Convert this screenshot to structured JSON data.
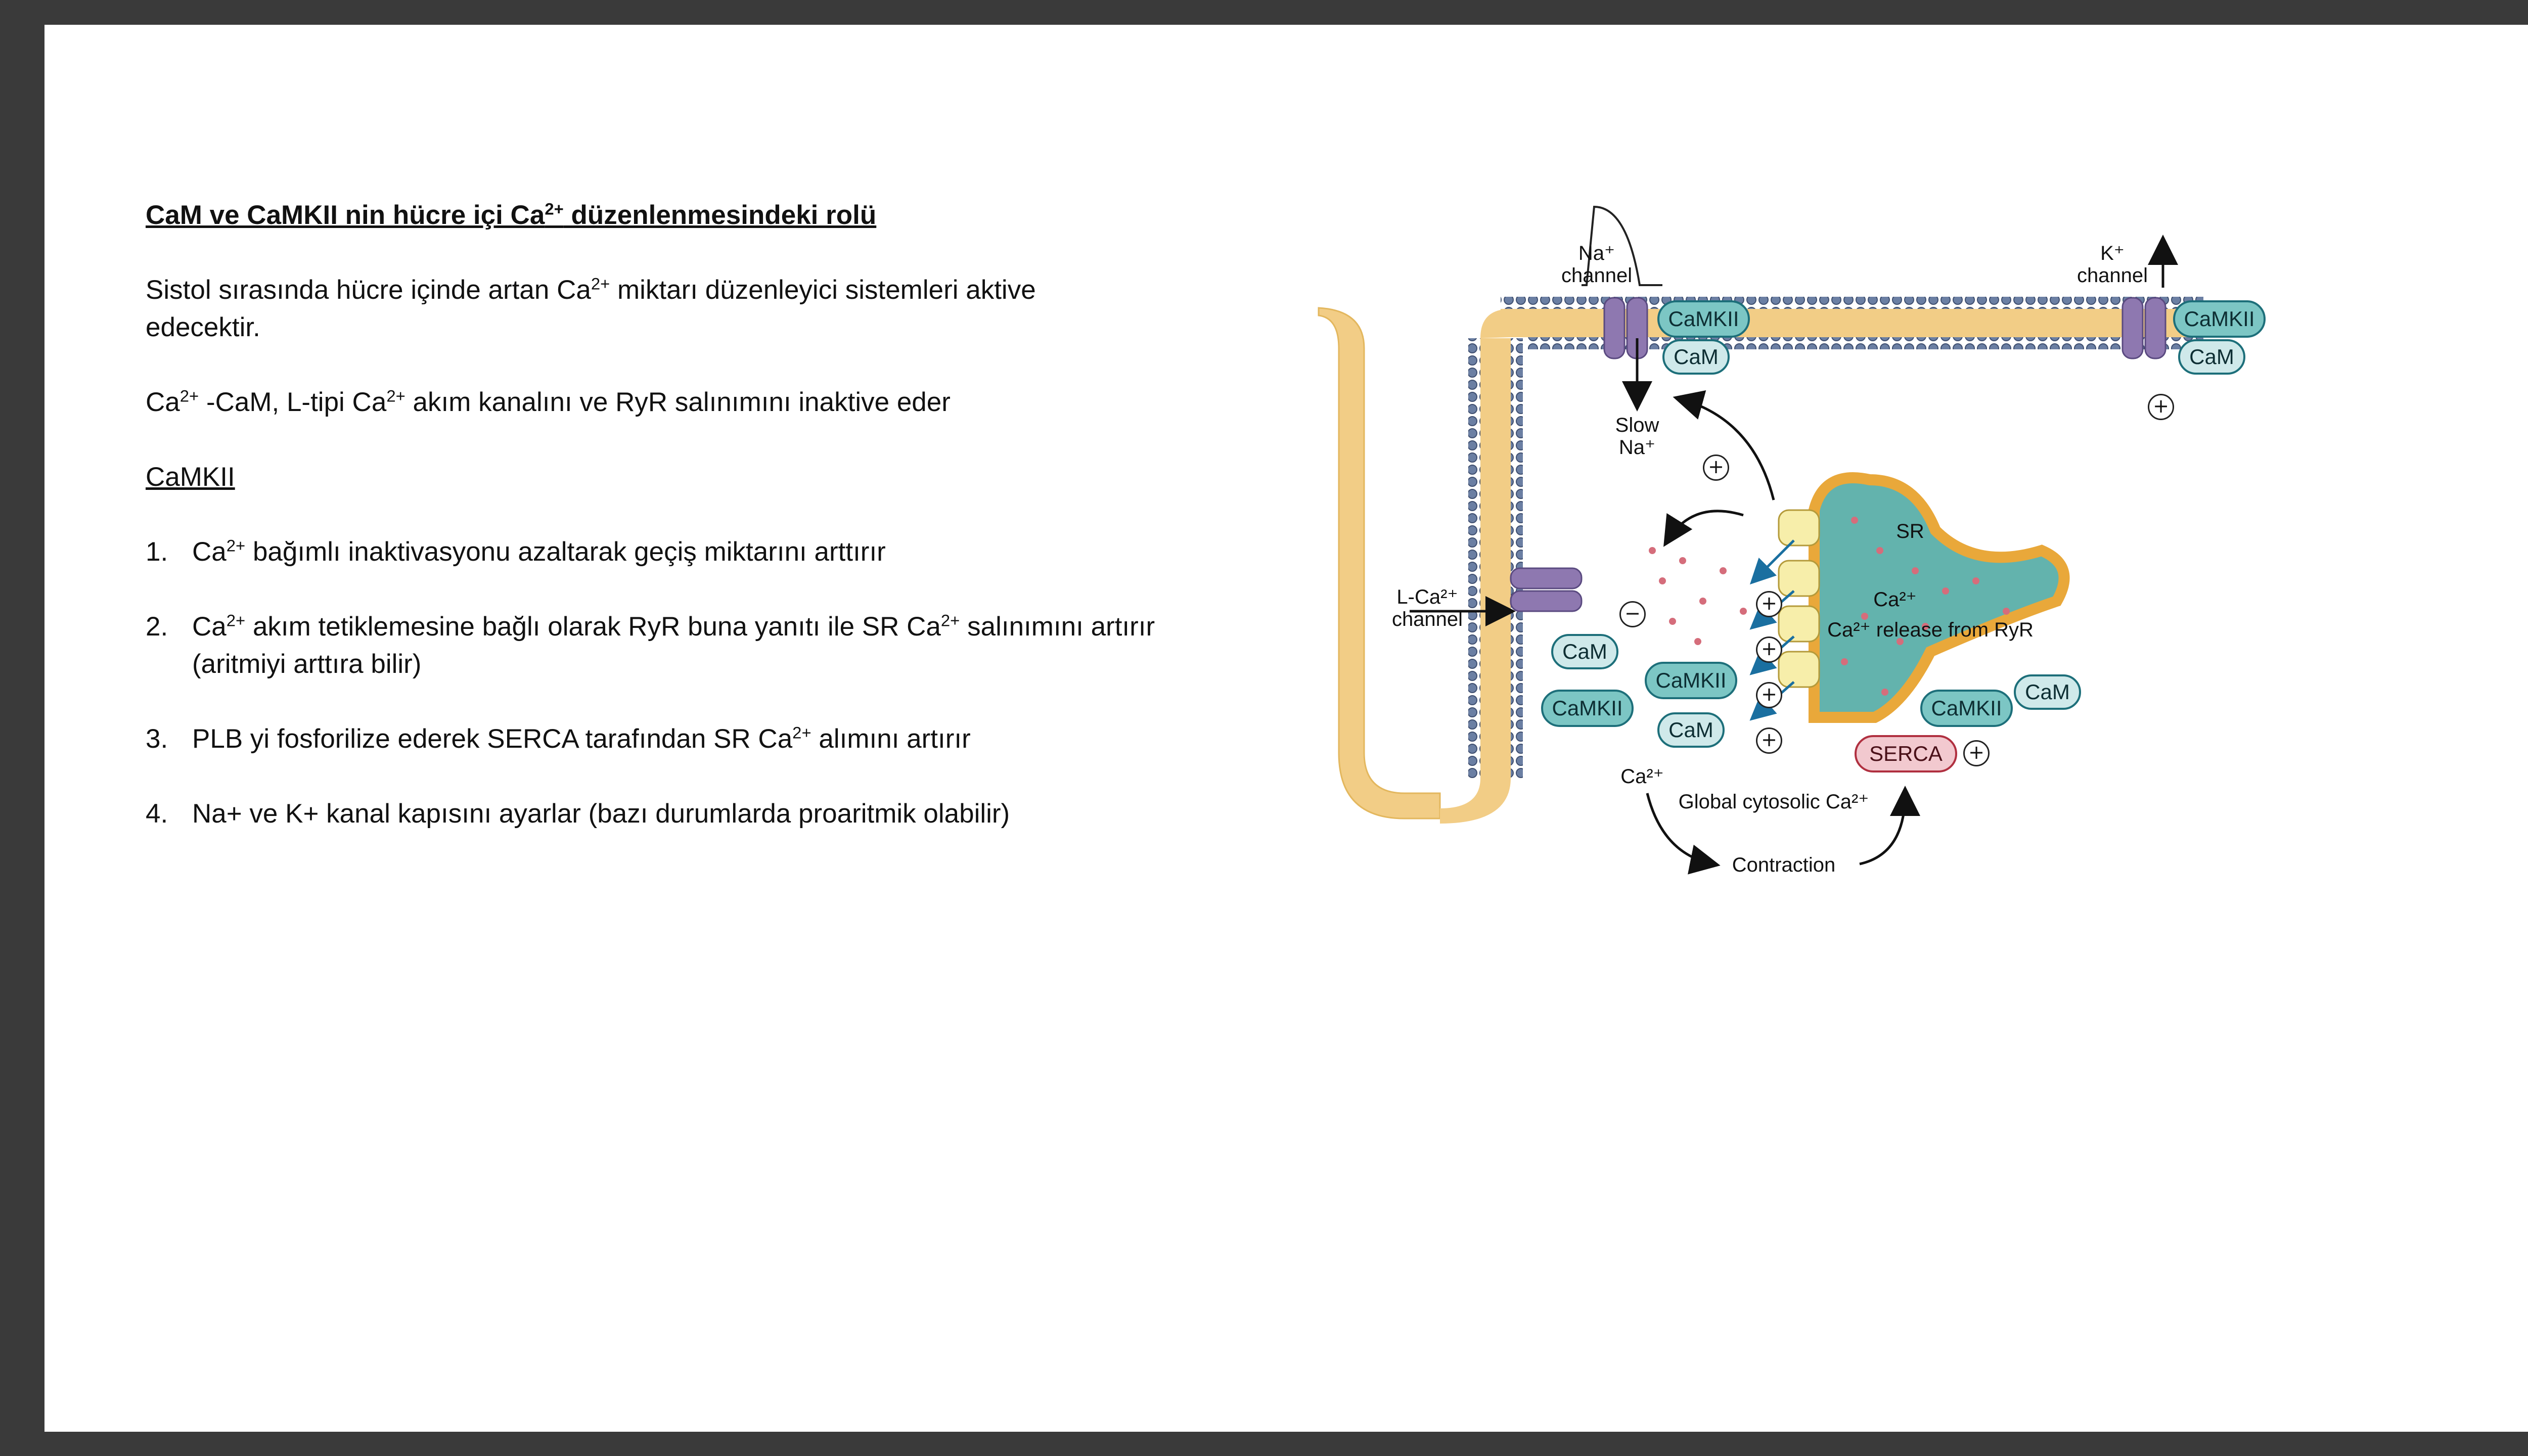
{
  "slide": {
    "title_pre": "CaM ve CaMKII nin hücre içi Ca",
    "title_sup": "2+",
    "title_post": " düzenlenmesindeki rolü",
    "para1_pre": "Sistol sırasında hücre içinde artan Ca",
    "para1_sup": "2+",
    "para1_post": " miktarı düzenleyici sistemleri aktive edecektir.",
    "para2_a": "Ca",
    "para2_sup1": "2+",
    "para2_b": " -CaM, L-tipi Ca",
    "para2_sup2": "2+",
    "para2_c": " akım kanalını ve RyR salınımını inaktive eder",
    "subheading": "CaMKII",
    "items": [
      {
        "num": "1.",
        "a": "Ca",
        "sup": "2+",
        "b": " bağımlı inaktivasyonu azaltarak geçiş miktarını arttırır"
      },
      {
        "num": "2.",
        "a": "Ca",
        "sup": "2+",
        "b": " akım tetiklemesine bağlı olarak RyR buna yanıtı ile SR Ca",
        "sup2": "2+",
        "c": " salınımını artırır (aritmiyi arttıra bilir)"
      },
      {
        "num": "3.",
        "a": "PLB yi fosforilize ederek SERCA tarafından SR Ca",
        "sup": "2+",
        "b": " alımını artırır"
      },
      {
        "num": "4.",
        "a": "Na+ ve K+ kanal kapısını ayarlar (bazı durumlarda proaritmik olabilir)"
      }
    ]
  },
  "diagram": {
    "na_channel": "Na⁺\nchannel",
    "k_channel": "K⁺\nchannel",
    "slow_na": "Slow\nNa⁺",
    "lca_channel": "L-Ca²⁺\nchannel",
    "sr": "SR",
    "ca_sr": "Ca²⁺",
    "release": "Ca²⁺ release from RyR",
    "camkii": "CaMKII",
    "cam": "CaM",
    "serca": "SERCA",
    "ca_bottom": "Ca²⁺",
    "global": "Global cytosolic Ca²⁺",
    "contraction": "Contraction",
    "plus": "+",
    "minus": "−"
  },
  "colors": {
    "background": "#3a3a3a",
    "slide": "#ffffff",
    "membrane": "#f2cd86",
    "head": "#6b7fa3",
    "channel": "#8e78b0",
    "sr_fill": "#63b3ad",
    "sr_border": "#e9a83a",
    "ryr": "#f7eeaa"
  }
}
